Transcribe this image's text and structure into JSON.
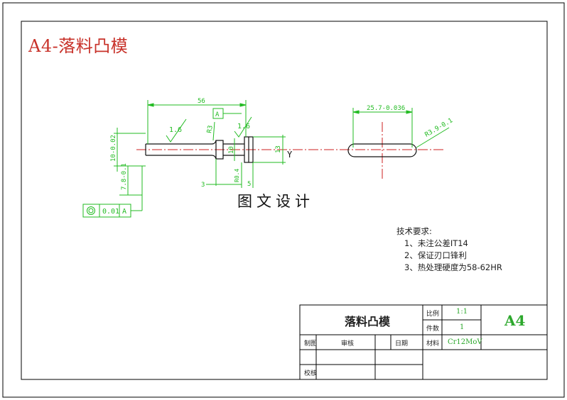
{
  "drawing": {
    "title": "A4-落料凸模",
    "watermark": "图文设计",
    "colors": {
      "border": "#000000",
      "geometry": "#111111",
      "dimension": "#22bb22",
      "center": "#cc2222",
      "title": "#c8322a"
    }
  },
  "dimensions": {
    "length_56": "56",
    "roughness_1": "1.6",
    "roughness_2": "1.6",
    "r_label": "R3",
    "datum": "A",
    "dia_10": "10-0.02",
    "dia_7": "7.8-0.1",
    "dia_10b": "10",
    "dia_13": "13",
    "small_3": "3",
    "small_5": "5",
    "r04": "R0.4",
    "slot_length": "25.7-0.036",
    "slot_radius": "R3.9-0.1",
    "tolerance_value": "0.01",
    "tolerance_datum": "A"
  },
  "tech_notes": {
    "heading": "技术要求:",
    "items": [
      "1、未注公差IT14",
      "2、保证刃口锋利",
      "3、热处理硬度为58-62HR"
    ]
  },
  "title_block": {
    "part_name": "落料凸模",
    "scale_label": "比例",
    "scale_value": "1:1",
    "qty_label": "件数",
    "qty_value": "1",
    "material_label": "材料",
    "material_value": "Cr12MoV",
    "sheet_size": "A4",
    "row_labels": [
      "制图",
      "审核",
      "日期"
    ],
    "bottom_label": "校核"
  }
}
